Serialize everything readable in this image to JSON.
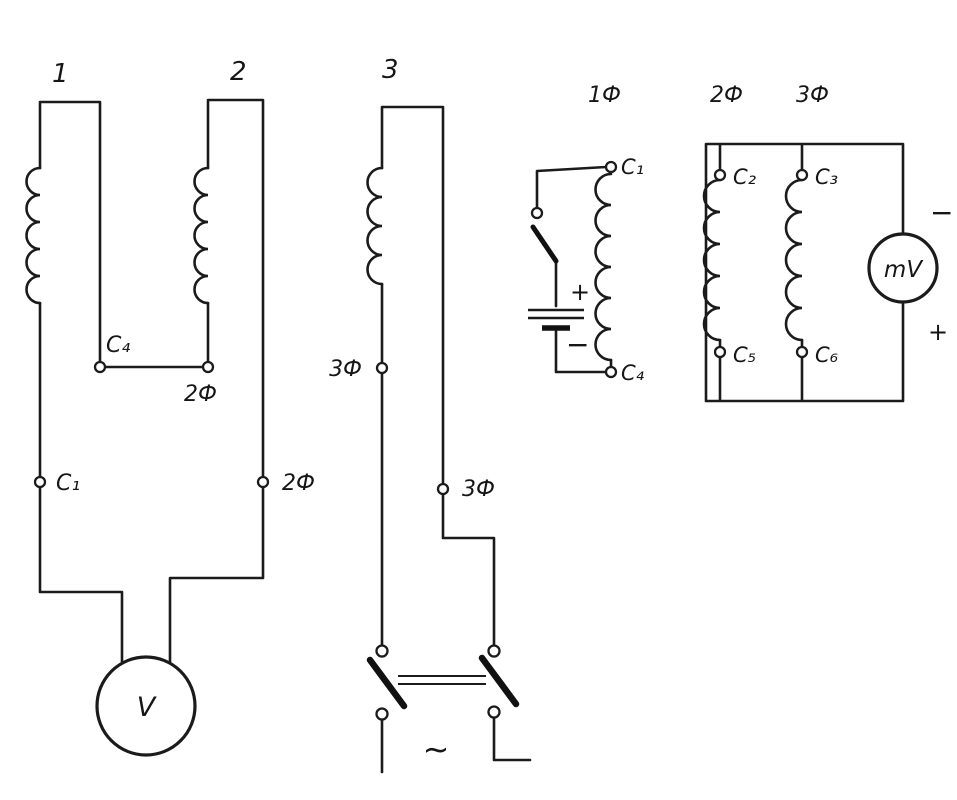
{
  "colors": {
    "ink": "#1b1b1b",
    "background": "#ffffff"
  },
  "diagram": {
    "left_circuit": {
      "winding1_label": "1",
      "winding2_label": "2",
      "terminal_c4_label": "C₄",
      "terminal_2f_mid_label": "2Ф",
      "terminal_c1_label": "C₁",
      "terminal_2f_lower_label": "2Ф",
      "voltmeter_label": "V"
    },
    "supply_circuit": {
      "winding3_label": "3",
      "terminal_3f_upper_label": "3Ф",
      "terminal_3f_lower_label": "3Ф",
      "ac_source_label": "~"
    },
    "battery_circuit": {
      "phase_label": "1Ф",
      "terminal_c1_label": "C₁",
      "terminal_c4_label": "C₄",
      "plus_label": "+",
      "minus_label": "−"
    },
    "millivoltmeter_circuit": {
      "phase2_label": "2Ф",
      "phase3_label": "3Ф",
      "terminal_c2_label": "C₂",
      "terminal_c3_label": "C₃",
      "terminal_c5_label": "C₅",
      "terminal_c6_label": "C₆",
      "meter_label": "mV",
      "minus_label": "−",
      "plus_label": "+"
    }
  }
}
